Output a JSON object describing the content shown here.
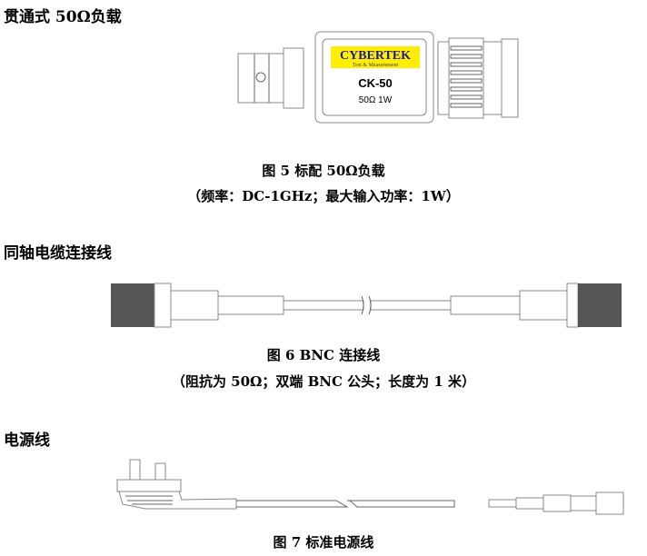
{
  "sections": [
    {
      "heading": "贯通式 50Ω负载",
      "caption": "图 5  标配 50Ω负载",
      "subcaption": "（频率：DC-1GHz；最大输入功率：1W）"
    },
    {
      "heading": "同轴电缆连接线",
      "caption": "图 6 BNC 连接线",
      "subcaption": "（阻抗为 50Ω；双端 BNC 公头；长度为 1 米）"
    },
    {
      "heading": "电源线",
      "caption": "图 7  标准电源线"
    }
  ],
  "load": {
    "logo": "CYBERTEK",
    "logo_sub": "Test & Measurement",
    "model": "CK-50",
    "rating": "50Ω 1W",
    "logo_color": "#ffee00",
    "logo_text_color": "#1a1aa0"
  }
}
